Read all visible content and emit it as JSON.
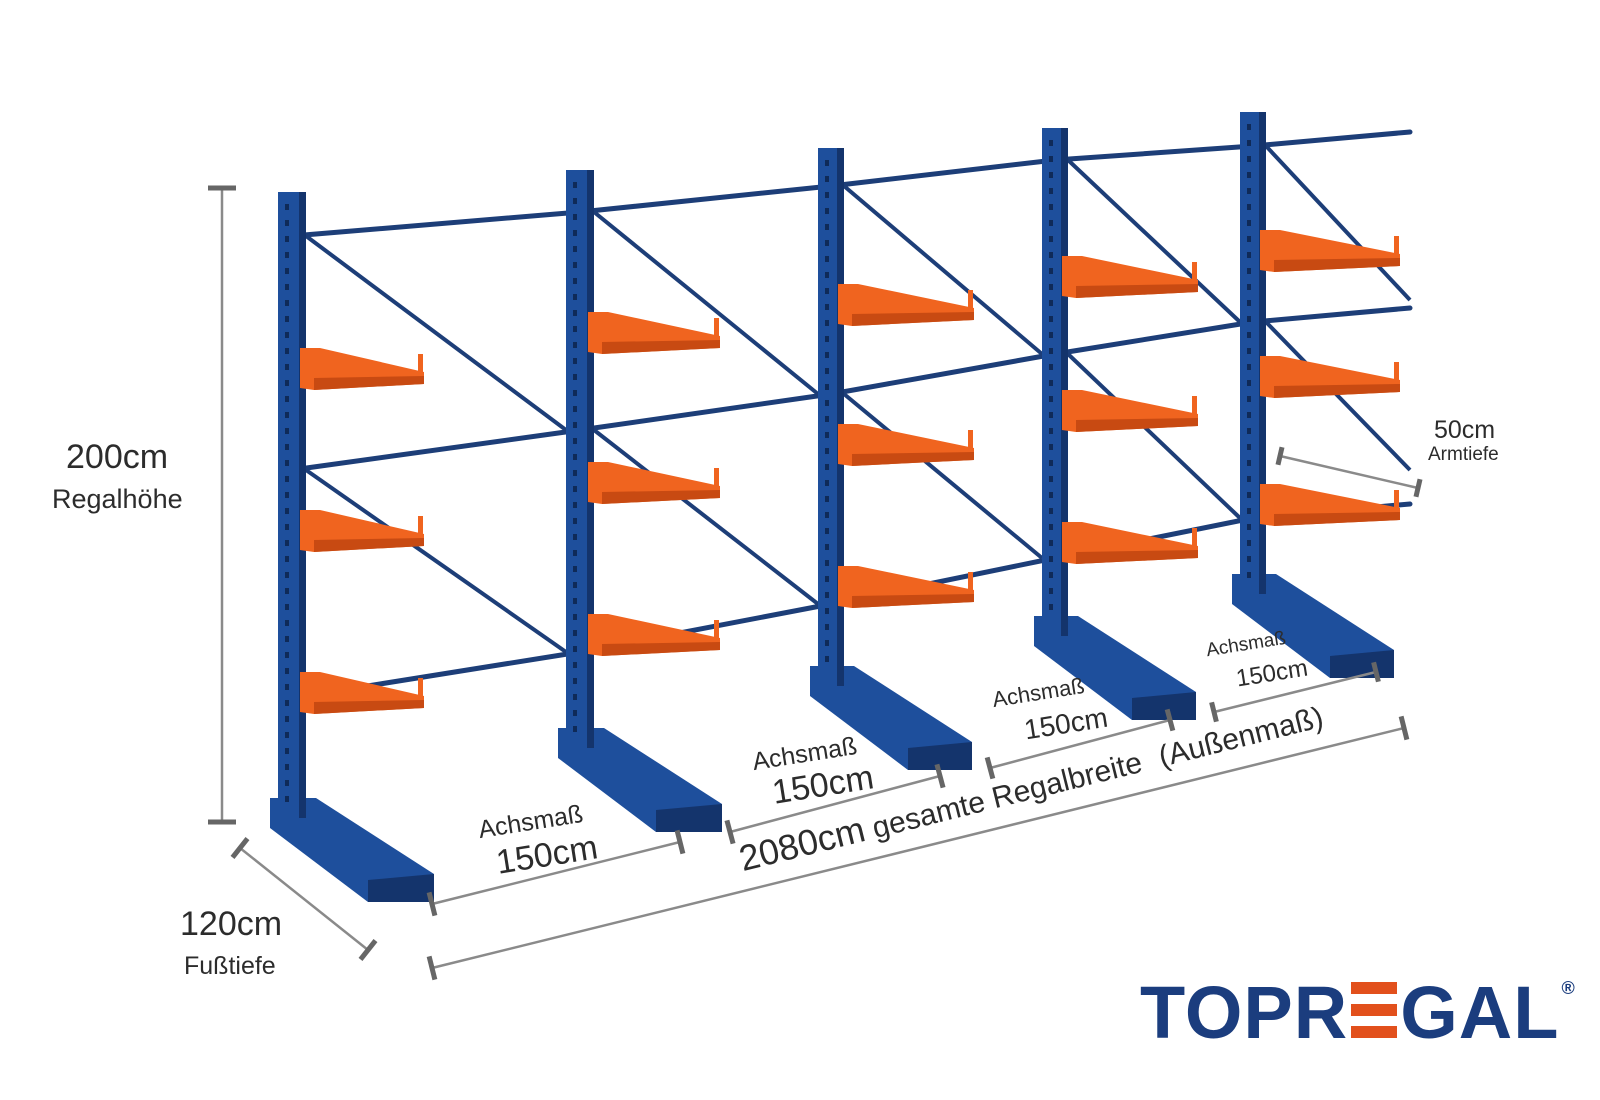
{
  "colors": {
    "upright": "#1e4f9c",
    "upright_dark": "#14346c",
    "arm": "#f0641f",
    "arm_dark": "#c84a12",
    "brace": "#1d3e78",
    "dimension": "#8a8a8a",
    "logo_blue": "#1b3d7e",
    "logo_orange": "#e2501c"
  },
  "dimensions": {
    "height": {
      "value": "200cm",
      "label": "Regalhöhe"
    },
    "foot_depth": {
      "value": "120cm",
      "label": "Fußtiefe"
    },
    "arm_depth": {
      "value": "50cm",
      "label": "Armtiefe"
    },
    "bays": [
      {
        "label": "Achsmaß",
        "value": "150cm"
      },
      {
        "label": "Achsmaß",
        "value": "150cm"
      },
      {
        "label": "Achsmaß",
        "value": "150cm"
      },
      {
        "label": "Achsmaß",
        "value": "150cm"
      }
    ],
    "total_width": {
      "value": "2080cm",
      "label": "gesamte Regalbreite",
      "note": "(Außenmaß)"
    }
  },
  "rack": {
    "uprights": 5,
    "arms_per_upright": [
      3,
      3,
      3,
      3,
      3
    ]
  },
  "logo": {
    "brand_prefix": "TOPR",
    "brand_suffix": "GAL",
    "registered": "®"
  }
}
